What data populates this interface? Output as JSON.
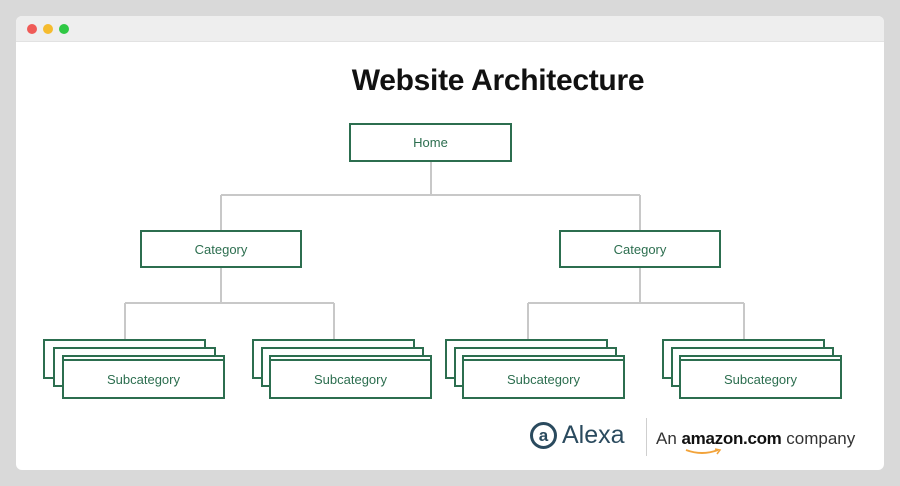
{
  "window": {
    "controls": [
      "close",
      "minimize",
      "maximize"
    ]
  },
  "diagram": {
    "title": "Website Architecture",
    "root": {
      "label": "Home"
    },
    "categories": [
      {
        "label": "Category",
        "subcategories": [
          {
            "label": "Subcategory"
          },
          {
            "label": "Subcategory"
          }
        ]
      },
      {
        "label": "Category",
        "subcategories": [
          {
            "label": "Subcategory"
          },
          {
            "label": "Subcategory"
          }
        ]
      }
    ]
  },
  "branding": {
    "alexa_mark": "a",
    "alexa_name": "Alexa",
    "tagline_prefix": "An",
    "amazon_brand": "amazon.com",
    "tagline_suffix": "company"
  },
  "colors": {
    "node_border": "#2c6e4f",
    "connector": "#c8c8c8",
    "alexa": "#2a4a5e",
    "smile": "#f2a33a"
  }
}
